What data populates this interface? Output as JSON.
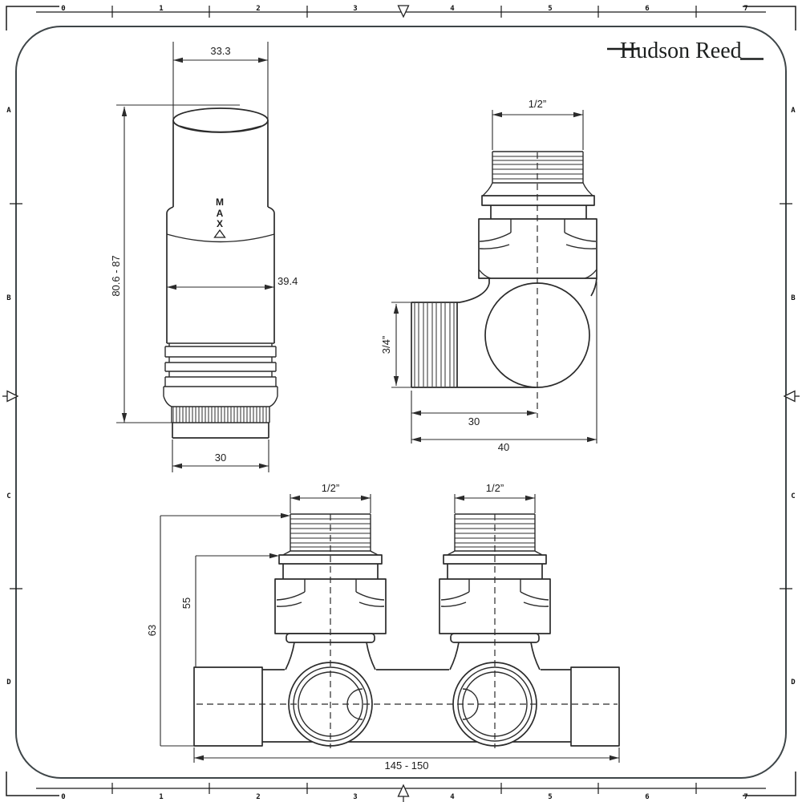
{
  "brand": {
    "name": "Hudson Reed"
  },
  "colors": {
    "ink": "#2b2b2b",
    "text": "#1d1d1d",
    "sheet_border": "#3e4548",
    "background": "#ffffff"
  },
  "sheet": {
    "ruler_numbers": [
      "0",
      "1",
      "2",
      "3",
      "4",
      "5",
      "6",
      "7"
    ],
    "side_letters": [
      "A",
      "B",
      "C",
      "D"
    ]
  },
  "drawings": {
    "head": {
      "max_label": [
        "M",
        "A",
        "X"
      ],
      "dim_top_width": "33.3",
      "dim_height": "80.6 - 87",
      "dim_body_width": "39.4",
      "dim_base_width": "30"
    },
    "angle": {
      "dim_top_thread": "1/2”",
      "dim_side_thread": "3/4”",
      "dim_center_offset": "30",
      "dim_total_depth": "40"
    },
    "hblock": {
      "dim_left_thread": "1/2”",
      "dim_right_thread": "1/2”",
      "dim_height_thread": "63",
      "dim_height_union": "55",
      "dim_length": "145 - 150"
    }
  }
}
